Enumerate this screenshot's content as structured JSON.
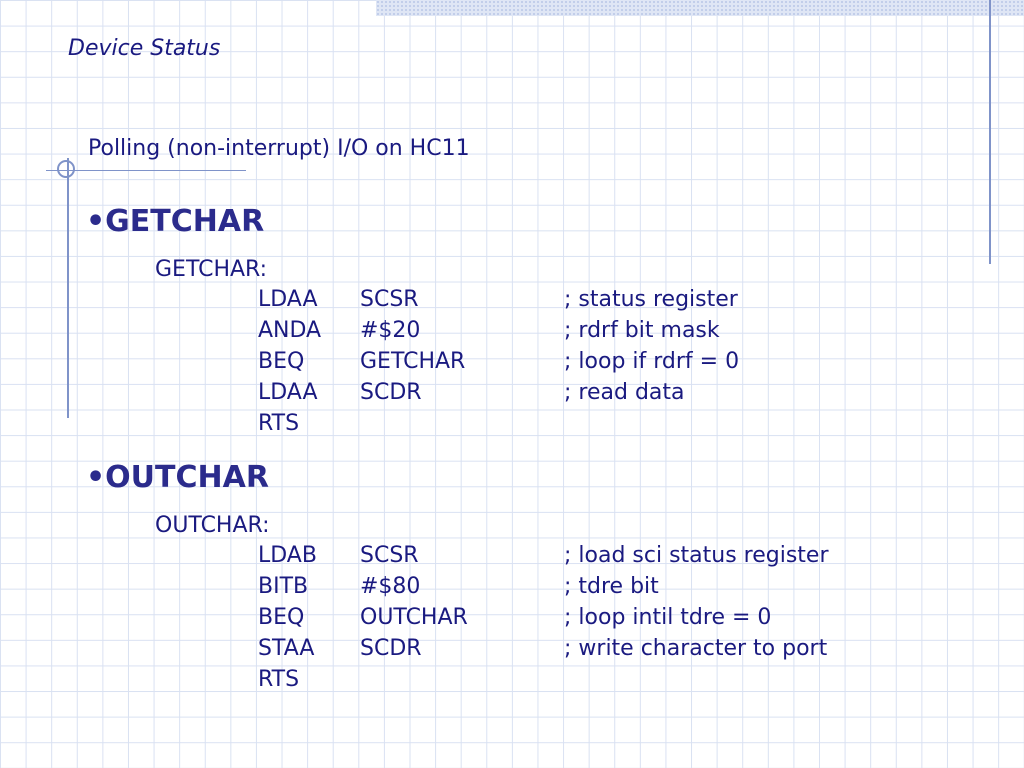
{
  "header": {
    "title": "Device Status"
  },
  "subtitle": "Polling (non-interrupt) I/O on HC11",
  "sections": [
    {
      "heading": "•GETCHAR",
      "label": "GETCHAR:",
      "rows": [
        {
          "op": "LDAA",
          "arg": "SCSR",
          "comment": "; status register"
        },
        {
          "op": "ANDA",
          "arg": "#$20",
          "comment": "; rdrf bit mask"
        },
        {
          "op": "BEQ",
          "arg": "GETCHAR",
          "comment": "; loop if rdrf = 0"
        },
        {
          "op": "LDAA",
          "arg": "SCDR",
          "comment": "; read data"
        },
        {
          "op": "RTS",
          "arg": "",
          "comment": ""
        }
      ]
    },
    {
      "heading": "•OUTCHAR",
      "label": "OUTCHAR:",
      "rows": [
        {
          "op": "LDAB",
          "arg": "SCSR",
          "comment": "; load sci status register"
        },
        {
          "op": "BITB",
          "arg": "#$80",
          "comment": "; tdre bit"
        },
        {
          "op": "BEQ",
          "arg": "OUTCHAR",
          "comment": "; loop intil tdre = 0"
        },
        {
          "op": "STAA",
          "arg": "SCDR",
          "comment": "; write character to port"
        },
        {
          "op": "RTS",
          "arg": "",
          "comment": ""
        }
      ]
    }
  ]
}
